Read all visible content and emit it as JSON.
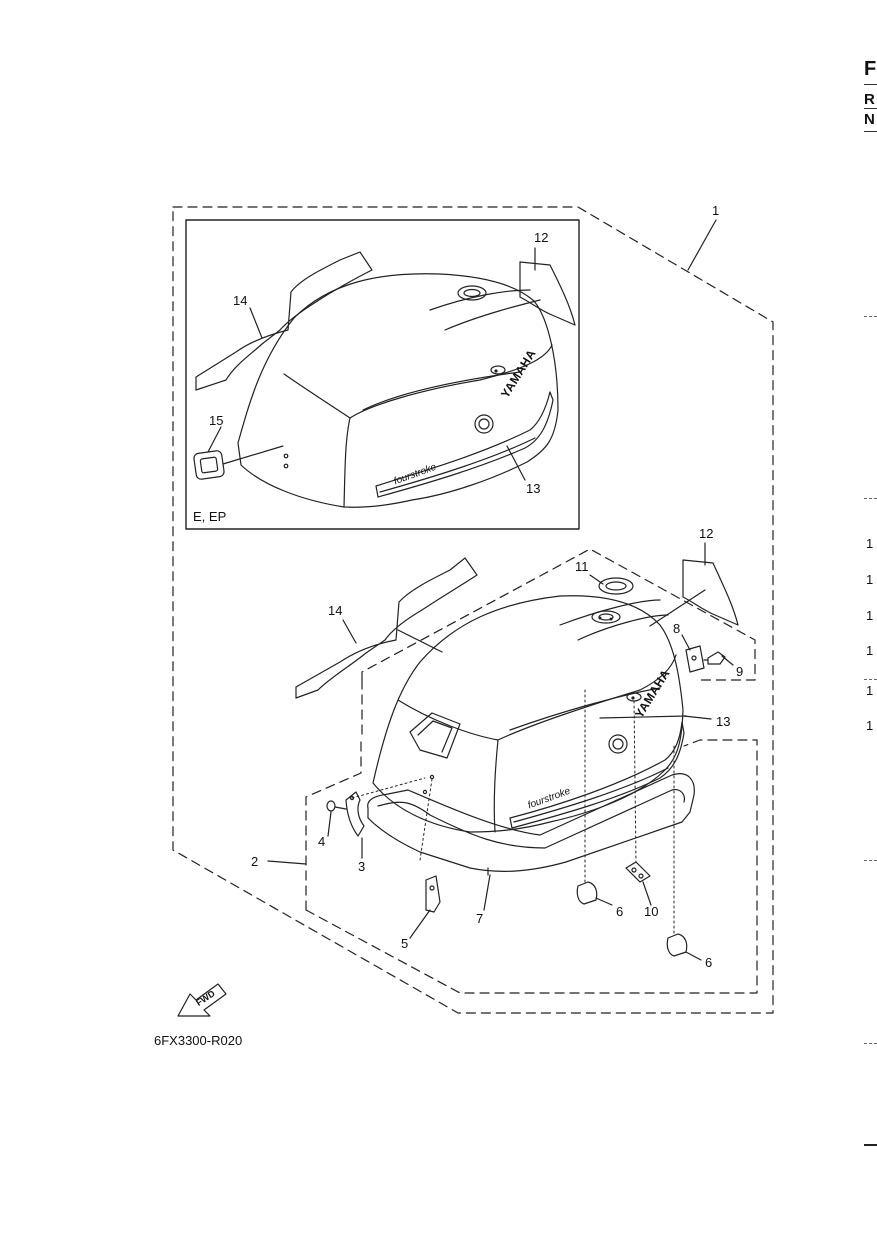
{
  "header": {
    "title_letter": "F",
    "row_r": "R",
    "row_n": "N"
  },
  "inset": {
    "variant_label": "E, EP"
  },
  "callouts": {
    "c1": "1",
    "c2": "2",
    "c3": "3",
    "c4": "4",
    "c5": "5",
    "c6a": "6",
    "c6b": "6",
    "c7": "7",
    "c8": "8",
    "c9": "9",
    "c10": "10",
    "c11": "11",
    "c12_top": "12",
    "c12_main": "12",
    "c13_top": "13",
    "c13_main": "13",
    "c14_top": "14",
    "c14_main": "14",
    "c15": "15"
  },
  "fwd_label": "FWD",
  "drawing_code": "6FX3300-R020",
  "margin_rows": [
    "1",
    "1",
    "1",
    "1",
    "1",
    "1"
  ],
  "decals": {
    "brand": "YAMAHA",
    "model": "fourstroke"
  }
}
